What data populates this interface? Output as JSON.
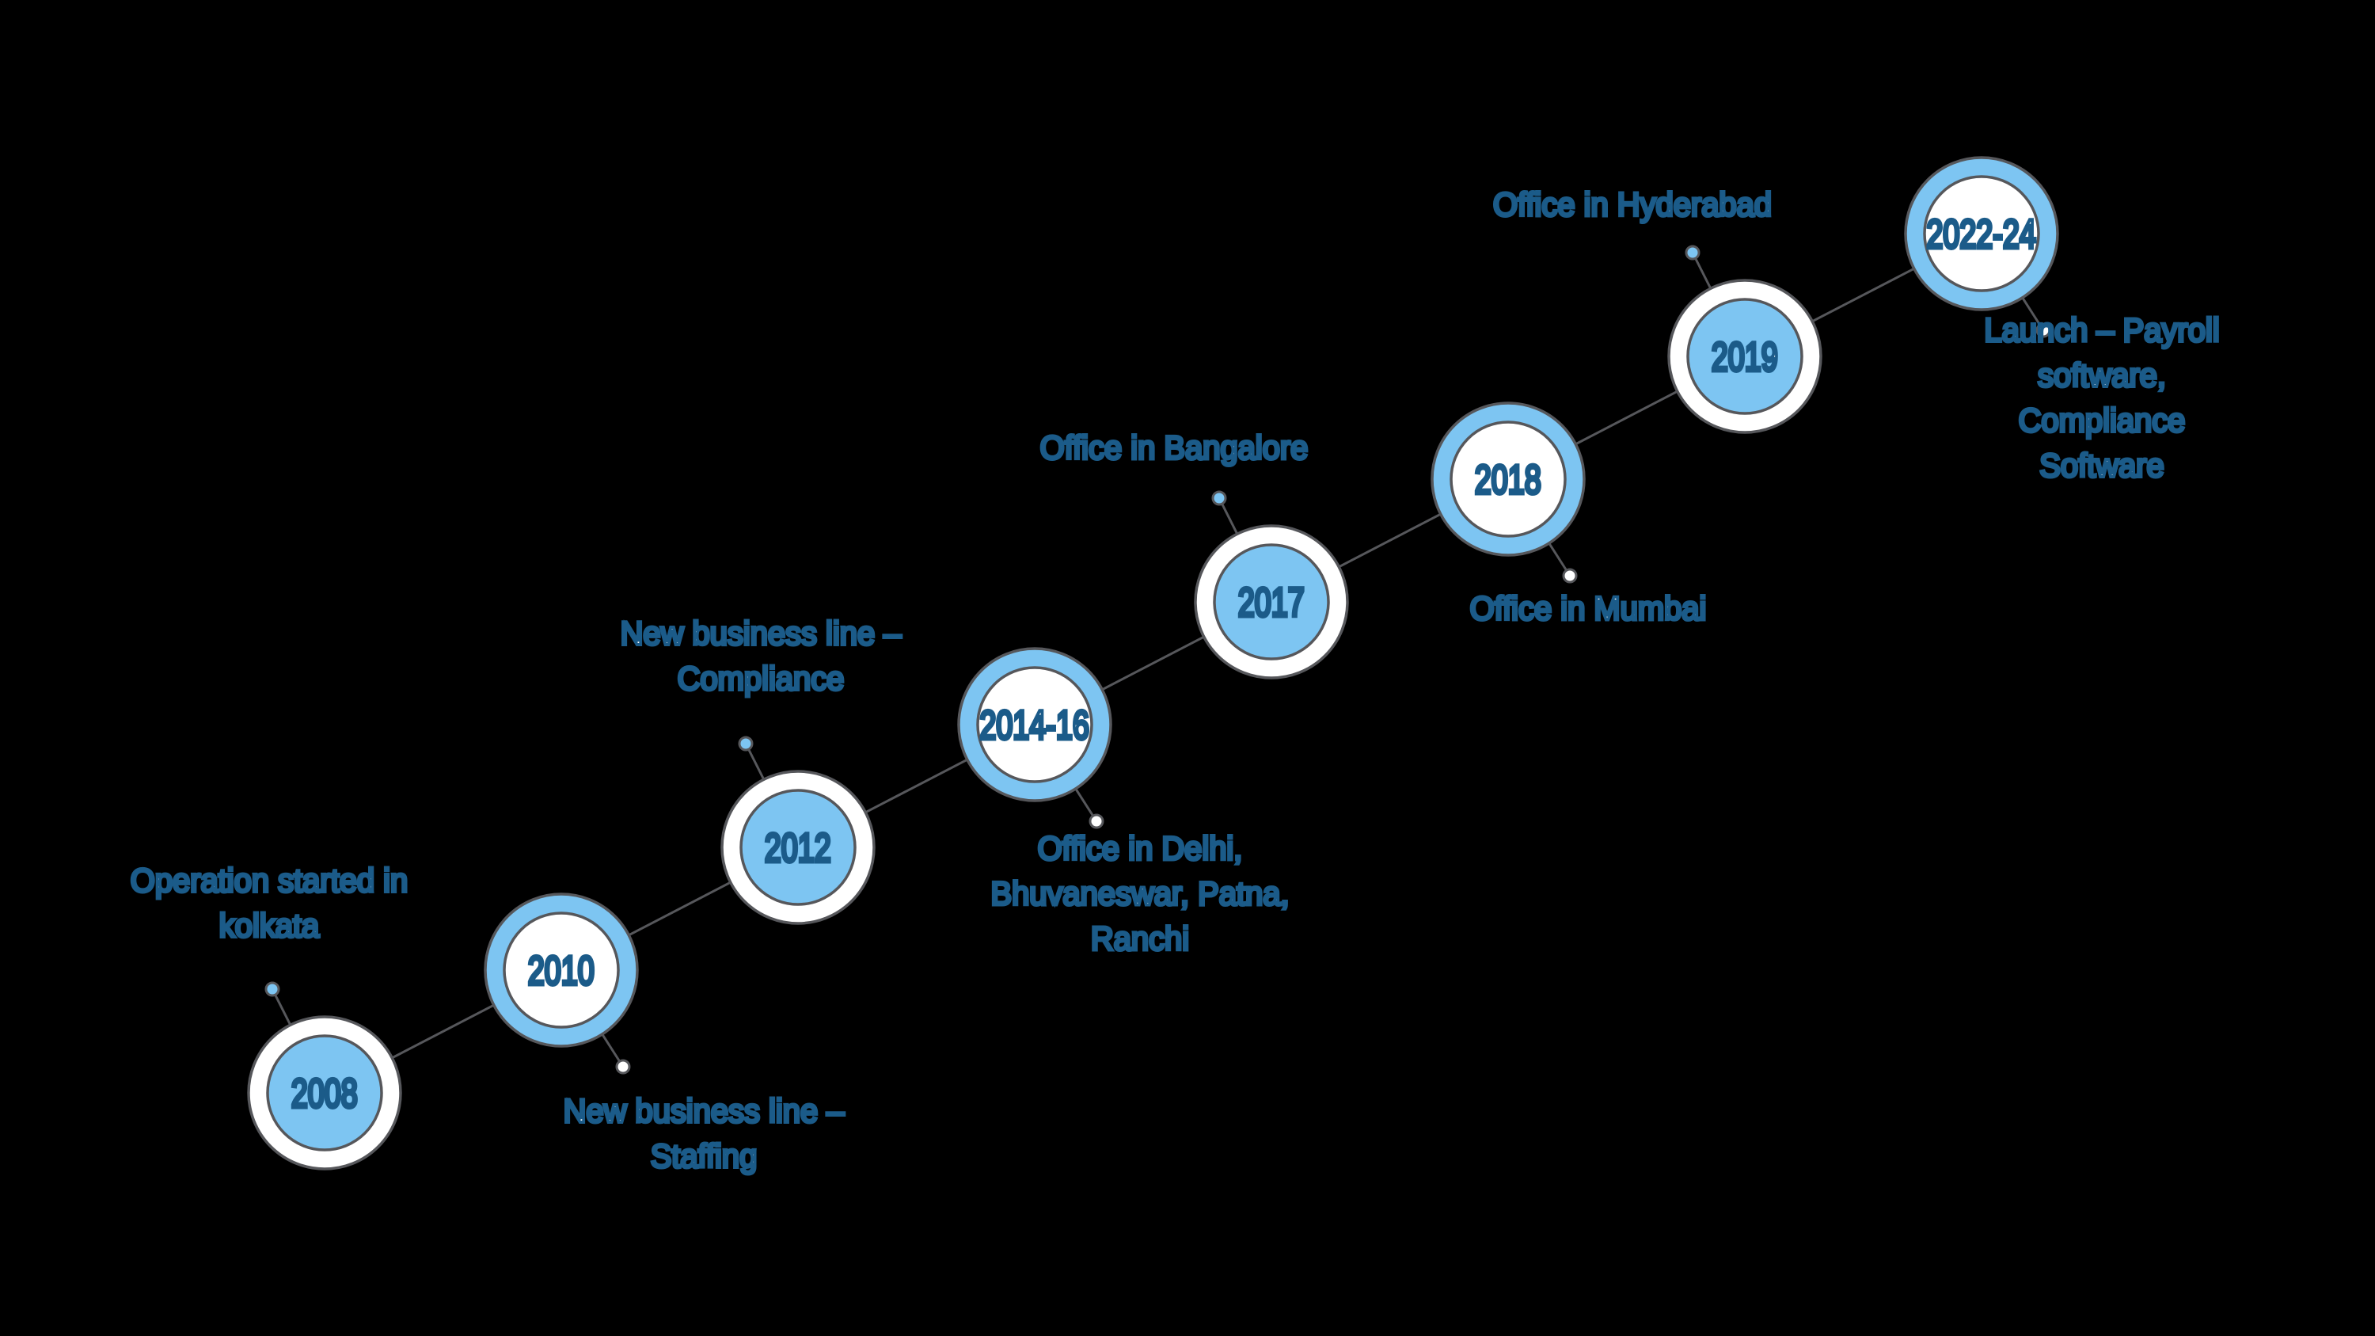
{
  "colors": {
    "blue": "#7dc5f2",
    "dark_blue": "#1b5b89",
    "line_gray": "#56575b",
    "white": "#ffffff",
    "background": "#000000"
  },
  "timeline": {
    "type": "milestone-timeline",
    "direction": "bottom-left to top-right",
    "milestones": [
      {
        "year": "2008",
        "label": "Operation started in\nkolkata",
        "label_position": "above",
        "node_style": "blue-inner-white-ring"
      },
      {
        "year": "2010",
        "label": "New business line –\nStaffing",
        "label_position": "below",
        "node_style": "white-inner-blue-ring"
      },
      {
        "year": "2012",
        "label": "New business line –\nCompliance",
        "label_position": "above",
        "node_style": "blue-inner-white-ring"
      },
      {
        "year": "2014-16",
        "label": "Office in Delhi,\nBhuvaneswar, Patna,\nRanchi",
        "label_position": "below",
        "node_style": "white-inner-blue-ring"
      },
      {
        "year": "2017",
        "label": "Office in Bangalore",
        "label_position": "above",
        "node_style": "blue-inner-white-ring"
      },
      {
        "year": "2018",
        "label": "Office in Mumbai",
        "label_position": "below",
        "node_style": "white-inner-blue-ring"
      },
      {
        "year": "2019",
        "label": "Office in Hyderabad",
        "label_position": "above",
        "node_style": "blue-inner-white-ring"
      },
      {
        "year": "2022-24",
        "label": "Launch – Payroll software,\nCompliance Software",
        "label_position": "below",
        "node_style": "white-inner-blue-ring"
      }
    ]
  }
}
